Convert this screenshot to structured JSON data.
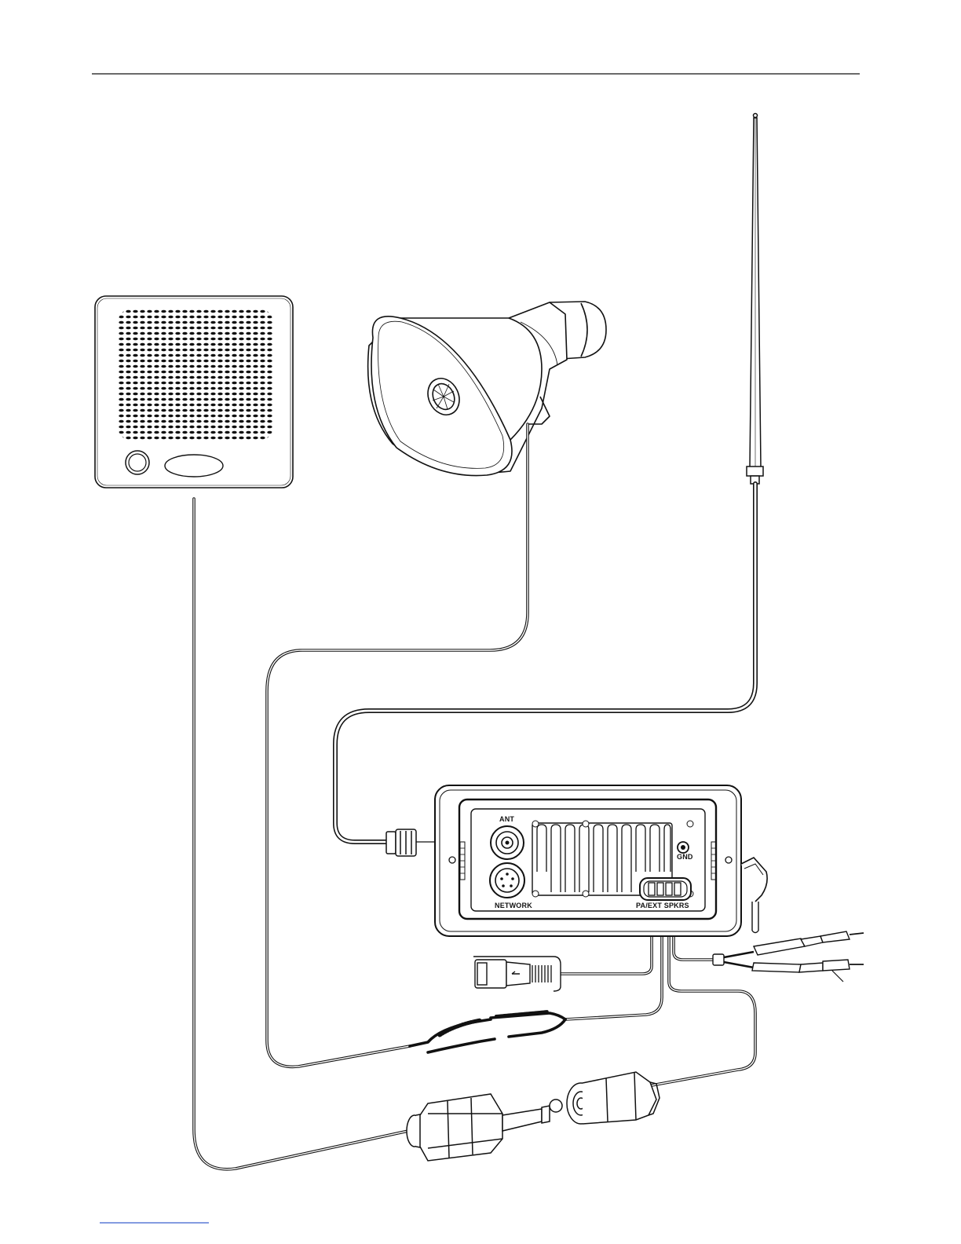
{
  "labels": {
    "ant": "ANT",
    "gnd": "GND",
    "network": "NETWORK",
    "pa_spkrs": "PA/EXT SPKRS"
  },
  "colors": {
    "ink": "#111111",
    "paper": "#ffffff",
    "footer_link": "#3a5fcd"
  },
  "icons": {
    "speaker": "extension-speaker-icon",
    "horn": "hailer-horn-icon",
    "antenna": "whip-antenna-icon",
    "radio": "vhf-radio-rear-panel-icon"
  }
}
